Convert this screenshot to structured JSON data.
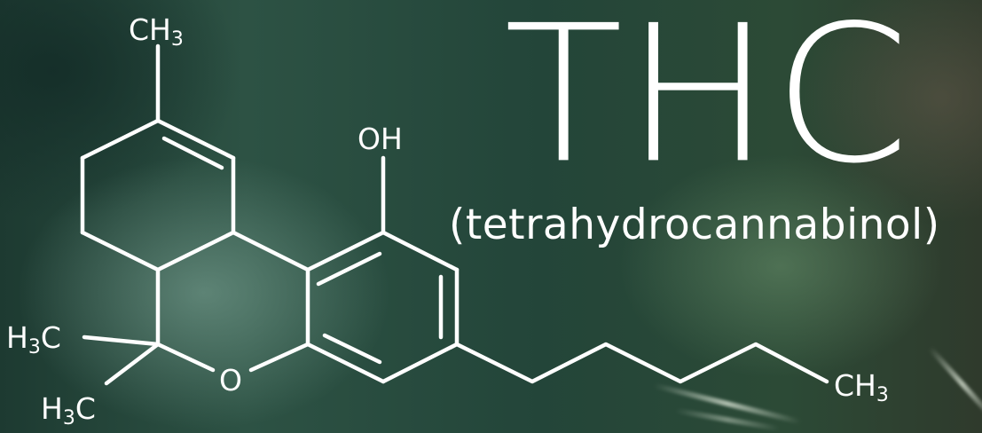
{
  "title": "THC",
  "subtitle": "(tetrahydrocannabinol)",
  "atoms": {
    "top_methyl": {
      "main": "CH",
      "sub": "3"
    },
    "hydroxyl": {
      "main": "OH"
    },
    "dimethyl_upper": {
      "pre": "H",
      "sub": "3",
      "main": "C"
    },
    "dimethyl_lower": {
      "pre": "H",
      "sub": "3",
      "main": "C"
    },
    "ring_oxygen": {
      "main": "O"
    },
    "chain_methyl": {
      "main": "CH",
      "sub": "3"
    }
  },
  "colors": {
    "foreground": "#ffffff",
    "background": "#234539"
  }
}
